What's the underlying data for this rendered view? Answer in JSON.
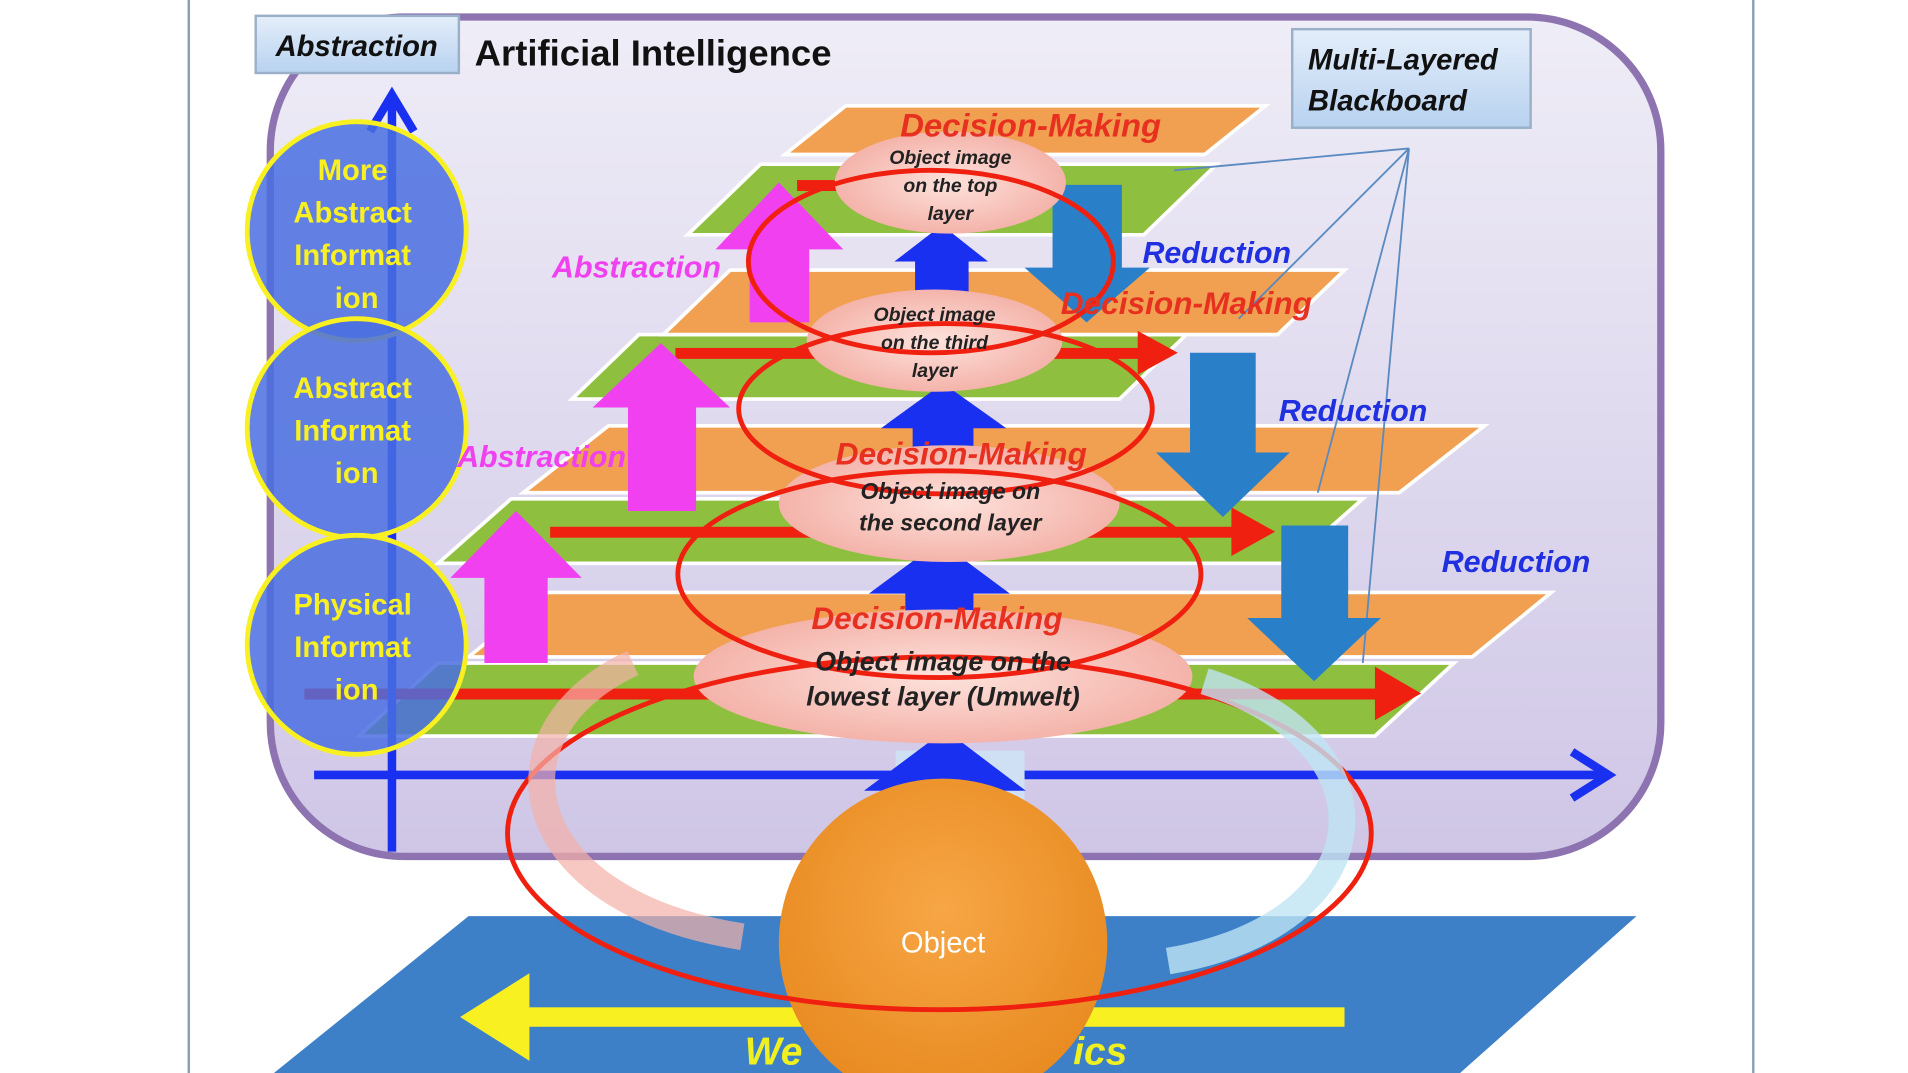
{
  "title": "Artificial Intelligence",
  "axis_label": "Abstraction",
  "blackboard_label": [
    "Multi-Layered",
    "Blackboard"
  ],
  "info_levels": [
    {
      "lines": [
        "More",
        "Abstract",
        "Informat",
        "ion"
      ]
    },
    {
      "lines": [
        "Abstract",
        "Informat",
        "ion"
      ]
    },
    {
      "lines": [
        "Physical",
        "Informat",
        "ion"
      ]
    }
  ],
  "layers": [
    {
      "decision": "Decision-Making",
      "image": [
        "Object image",
        "on the top",
        "layer"
      ]
    },
    {
      "decision": "Decision-Making",
      "image": [
        "Object image",
        "on the third",
        "layer"
      ]
    },
    {
      "decision": "Decision-Making",
      "image": [
        "Object image on",
        "the second layer"
      ]
    },
    {
      "decision": "Decision-Making",
      "image": [
        "Object image on the",
        "lowest layer (Umwelt)"
      ]
    }
  ],
  "abstraction_labels": [
    "Abstraction",
    "Abstraction"
  ],
  "reduction_labels": [
    "Reduction",
    "Reduction",
    "Reduction"
  ],
  "object_label": "Object",
  "world_label_fragments": [
    "We",
    "ics"
  ],
  "colors": {
    "frame": "#8d73b0",
    "orange_layer": "#f0a050",
    "green_layer": "#8fbf3f",
    "abstraction": "#f040f0",
    "reduction_text": "#2030e0",
    "reduction_arrow": "#2a80c8",
    "red": "#f02010",
    "axis_blue": "#1a30f0",
    "yellow": "#f8f020"
  }
}
